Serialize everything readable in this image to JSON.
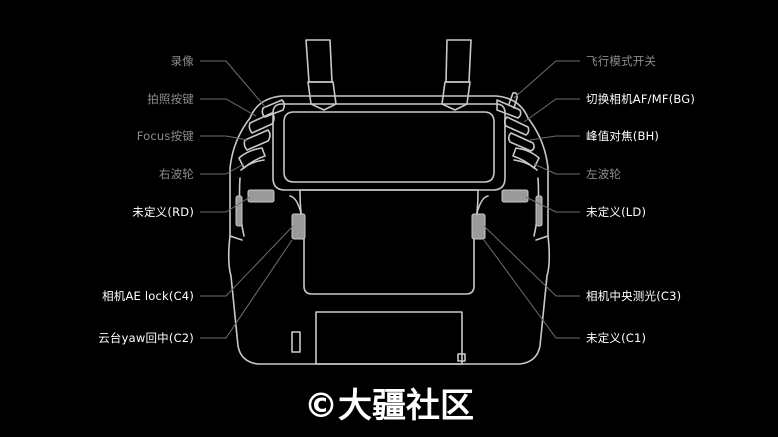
{
  "colors": {
    "background": "#000000",
    "outline": "#c9c9c9",
    "leader": "#6e6e6e",
    "label_bright": "#ffffff",
    "label_dim": "#8c8c8c",
    "highlight": "#9a9a9a"
  },
  "labels": {
    "left": [
      {
        "id": "record",
        "text": "录像",
        "dim": true
      },
      {
        "id": "shutter",
        "text": "拍照按键",
        "dim": true
      },
      {
        "id": "focus",
        "text": "Focus按键",
        "dim": true
      },
      {
        "id": "right-dial",
        "text": "右波轮",
        "dim": true
      },
      {
        "id": "undefined-rd",
        "text": "未定义(RD)",
        "dim": false
      },
      {
        "id": "ae-lock-c4",
        "text": "相机AE lock(C4)",
        "dim": false
      },
      {
        "id": "gimbal-yaw-c2",
        "text": "云台yaw回中(C2)",
        "dim": false
      }
    ],
    "right": [
      {
        "id": "flight-mode",
        "text": "飞行模式开关",
        "dim": true
      },
      {
        "id": "af-mf-bg",
        "text": "切换相机AF/MF(BG)",
        "dim": false
      },
      {
        "id": "peaking-bh",
        "text": "峰值对焦(BH)",
        "dim": false
      },
      {
        "id": "left-dial",
        "text": "左波轮",
        "dim": true
      },
      {
        "id": "undefined-ld",
        "text": "未定义(LD)",
        "dim": false
      },
      {
        "id": "center-metering-c3",
        "text": "相机中央测光(C3)",
        "dim": false
      },
      {
        "id": "undefined-c1",
        "text": "未定义(C1)",
        "dim": false
      }
    ]
  },
  "watermark": "©大疆社区"
}
